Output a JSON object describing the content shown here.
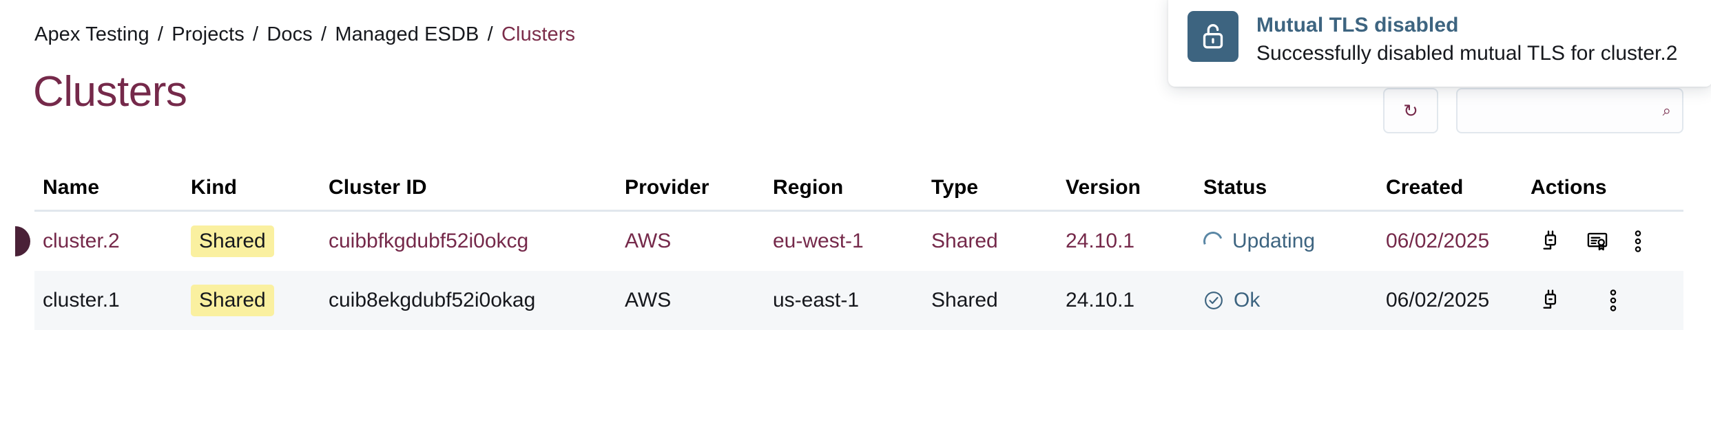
{
  "breadcrumb": {
    "separator": "/",
    "items": [
      {
        "label": "Apex Testing",
        "current": false
      },
      {
        "label": "Projects",
        "current": false
      },
      {
        "label": "Docs",
        "current": false
      },
      {
        "label": "Managed ESDB",
        "current": false
      },
      {
        "label": "Clusters",
        "current": true
      }
    ]
  },
  "page": {
    "title": "Clusters"
  },
  "top_controls": {
    "refresh_icon": "refresh-icon",
    "refresh_glyph": "↻",
    "search_icon": "search-icon",
    "search_glyph": "⌕",
    "search_placeholder": ""
  },
  "table": {
    "columns": [
      {
        "key": "name",
        "label": "Name"
      },
      {
        "key": "kind",
        "label": "Kind"
      },
      {
        "key": "cluster_id",
        "label": "Cluster ID"
      },
      {
        "key": "provider",
        "label": "Provider"
      },
      {
        "key": "region",
        "label": "Region"
      },
      {
        "key": "type",
        "label": "Type"
      },
      {
        "key": "version",
        "label": "Version"
      },
      {
        "key": "status",
        "label": "Status"
      },
      {
        "key": "created",
        "label": "Created"
      },
      {
        "key": "actions",
        "label": "Actions"
      }
    ],
    "rows": [
      {
        "name": "cluster.2",
        "kind": "Shared",
        "cluster_id": "cuibbfkgdubf52i0okcg",
        "provider": "AWS",
        "region": "eu-west-1",
        "type": "Shared",
        "version": "24.10.1",
        "status": "Updating",
        "status_icon": "spinner-icon",
        "created": "06/02/2025",
        "actions": [
          "plug-icon",
          "certificate-icon",
          "more-vertical-icon"
        ],
        "highlighted": true,
        "striped": false
      },
      {
        "name": "cluster.1",
        "kind": "Shared",
        "cluster_id": "cuib8ekgdubf52i0okag",
        "provider": "AWS",
        "region": "us-east-1",
        "type": "Shared",
        "version": "24.10.1",
        "status": "Ok",
        "status_icon": "check-circle-icon",
        "created": "06/02/2025",
        "actions": [
          "plug-icon",
          "more-vertical-icon"
        ],
        "highlighted": false,
        "striped": true
      }
    ]
  },
  "toast": {
    "icon": "unlock-icon",
    "title": "Mutual TLS disabled",
    "message": "Successfully disabled mutual TLS for cluster.2"
  },
  "colors": {
    "accent_maroon": "#75294A",
    "indicator_maroon": "#4A2137",
    "status_teal": "#3D6480",
    "badge_yellow": "#FAF0A0",
    "row_stripe": "#F5F7F9",
    "divider": "#E1E7ED",
    "text_default": "#16181d"
  }
}
